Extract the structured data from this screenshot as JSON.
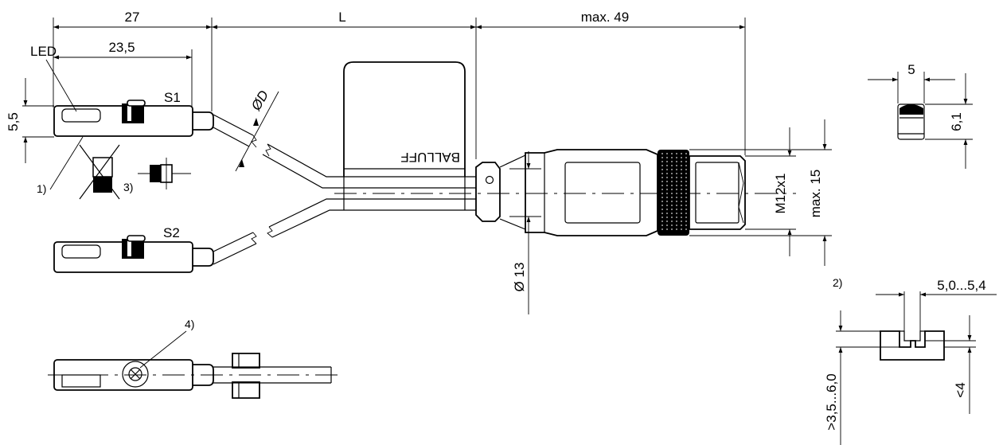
{
  "dimensions": {
    "sensor_length": "27",
    "led_distance": "23,5",
    "cable_length": "L",
    "connector_length": "max. 49",
    "sensor_height": "5,5",
    "cable_diameter": "D",
    "nut_diameter": "13",
    "thread": "M12x1",
    "max_diameter": "max. 15",
    "end_width": "5",
    "end_height": "6,1",
    "slot_width": "5,0...5,4",
    "slot_depth": ">3,5...6,0",
    "slot_min": "<4"
  },
  "labels": {
    "led": "LED",
    "sensor_1": "S1",
    "sensor_2": "S2",
    "note_1": "1)",
    "note_2": "2)",
    "note_3": "3)",
    "note_4": "4)",
    "brand": "BALLUFF",
    "diameter_symbol": "Ø"
  }
}
